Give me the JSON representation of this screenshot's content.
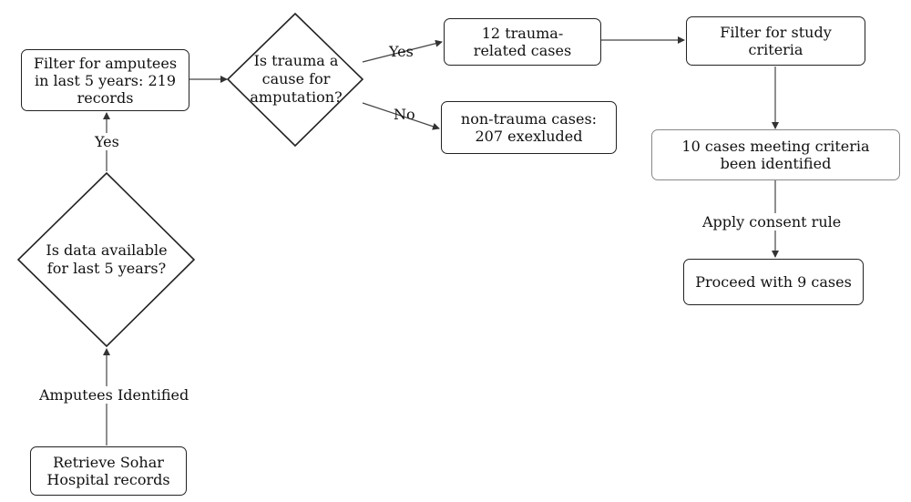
{
  "nodes": {
    "retrieve": "Retrieve Sohar Hospital records",
    "data_available": "Is data available for last 5 years?",
    "filter_amputees": "Filter for amputees in last 5 years: 219 records",
    "trauma_cause": "Is trauma a cause for amputation?",
    "trauma_cases": "12 trauma-related cases",
    "non_trauma": "non-trauma cases: 207 exexluded",
    "study_filter": "Filter for study criteria",
    "criteria_met": "10 cases meeting criteria been identified",
    "proceed": "Proceed with 9 cases"
  },
  "edge_labels": {
    "amputees_identified": "Amputees Identified",
    "yes_data": "Yes",
    "yes_trauma": "Yes",
    "no_trauma": "No",
    "consent": "Apply consent rule"
  }
}
